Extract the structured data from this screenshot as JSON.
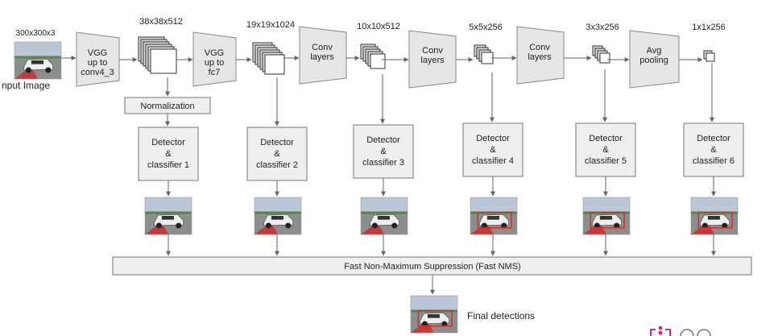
{
  "input": {
    "size_label": "300x300x3",
    "caption": "nput Image"
  },
  "feature_maps": [
    "38x38x512",
    "19x19x1024",
    "10x10x512",
    "5x5x256",
    "3x3x256",
    "1x1x256"
  ],
  "stages": [
    {
      "lines": [
        "VGG",
        "up to",
        "conv4_3"
      ]
    },
    {
      "lines": [
        "VGG",
        "up to",
        "fc7"
      ]
    },
    {
      "lines": [
        "Conv",
        "layers"
      ]
    },
    {
      "lines": [
        "Conv",
        "layers"
      ]
    },
    {
      "lines": [
        "Conv",
        "layers"
      ]
    },
    {
      "lines": [
        "Avg",
        "pooling"
      ]
    }
  ],
  "normalization": "Normalization",
  "detectors": [
    {
      "lines": [
        "Detector",
        "&",
        "classifier 1"
      ]
    },
    {
      "lines": [
        "Detector",
        "&",
        "classifier 2"
      ]
    },
    {
      "lines": [
        "Detector",
        "&",
        "classifier 3"
      ]
    },
    {
      "lines": [
        "Detector",
        "&",
        "classifier 4"
      ]
    },
    {
      "lines": [
        "Detector",
        "&",
        "classifier 5"
      ]
    },
    {
      "lines": [
        "Detector",
        "&",
        "classifier 6"
      ]
    }
  ],
  "detection_boxes": [
    false,
    false,
    false,
    true,
    true,
    true
  ],
  "nms_label": "Fast Non-Maximum Suppression (Fast NMS)",
  "final_label": "Final detections",
  "colors": {
    "detection_box": "#e0262e",
    "logo": "#e0267a"
  }
}
